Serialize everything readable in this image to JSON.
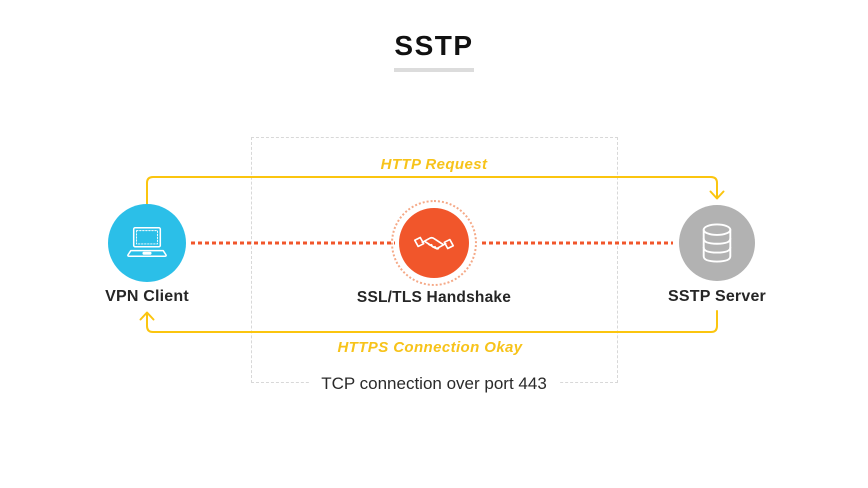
{
  "diagram": {
    "title": "SSTP",
    "nodes": [
      {
        "id": "vpn-client",
        "label": "VPN Client",
        "icon": "laptop-icon",
        "color": "#2bbfe8"
      },
      {
        "id": "ssl-tls-handshake",
        "label": "SSL/TLS Handshake",
        "icon": "handshake-icon",
        "color": "#f1562b"
      },
      {
        "id": "sstp-server",
        "label": "SSTP Server",
        "icon": "database-icon",
        "color": "#b2b2b2"
      }
    ],
    "flows": [
      {
        "id": "http-request",
        "label": "HTTP Request",
        "from": "VPN Client",
        "to": "SSTP Server",
        "style": "solid-arrow",
        "color": "#fbc50f"
      },
      {
        "id": "https-connection-okay",
        "label": "HTTPS Connection Okay",
        "from": "SSTP Server",
        "to": "VPN Client",
        "style": "solid-arrow",
        "color": "#fbc50f"
      },
      {
        "id": "ssl-handshake-link",
        "label": "",
        "from": "VPN Client",
        "to": "SSTP Server",
        "style": "dashed",
        "color": "#f1562b"
      }
    ],
    "boundary": {
      "label": "TCP connection over port 443"
    },
    "colors": {
      "accent_yellow": "#fbc50f",
      "accent_orange": "#f1562b",
      "accent_cyan": "#2bbfe8",
      "node_gray": "#b2b2b2",
      "text_dark": "#262626",
      "border_gray": "#d8d8d8",
      "title_underline": "#dcdcdc"
    }
  }
}
